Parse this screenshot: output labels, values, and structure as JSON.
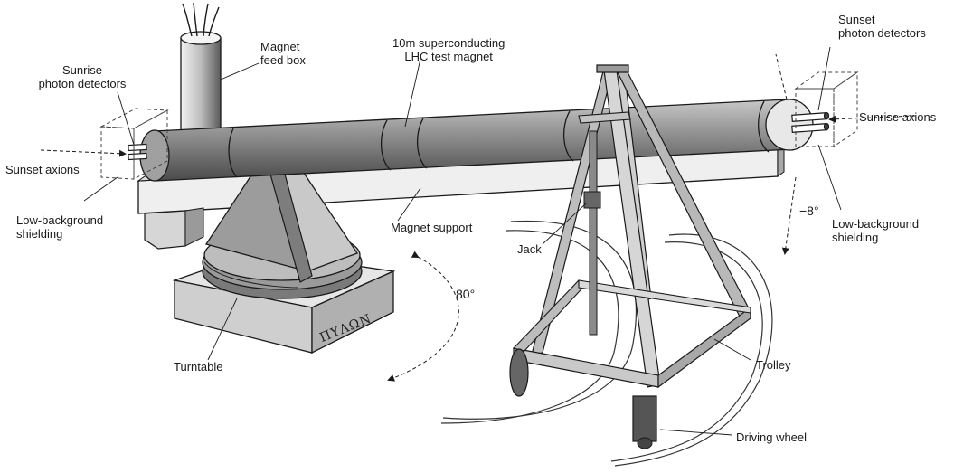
{
  "labels": {
    "magnet_feed_box": [
      "Magnet",
      "feed box"
    ],
    "test_magnet": [
      "10m superconducting",
      "LHC test magnet"
    ],
    "sunrise_photon_detectors": [
      "Sunrise",
      "photon detectors"
    ],
    "sunset_photon_detectors": [
      "Sunset",
      "photon detectors"
    ],
    "sunset_axions": "Sunset axions",
    "sunrise_axions": "Sunrise axions",
    "low_bg_shielding_left": [
      "Low-background",
      "shielding"
    ],
    "low_bg_shielding_right": [
      "Low-background",
      "shielding"
    ],
    "magnet_support": "Magnet support",
    "jack": "Jack",
    "turntable": "Turntable",
    "trolley": "Trolley",
    "driving_wheel": "Driving wheel",
    "horizontal_angle": "80°",
    "vertical_angle": "−8°",
    "base_inscription": "ΠΥΛΩΝ"
  },
  "colors": {
    "line": "#1a1a1a",
    "magnet_fill": "#8c8c8c",
    "support_fill": "#eeeeee",
    "base_fill": "#d9d9d9",
    "dark_fill": "#555555"
  }
}
